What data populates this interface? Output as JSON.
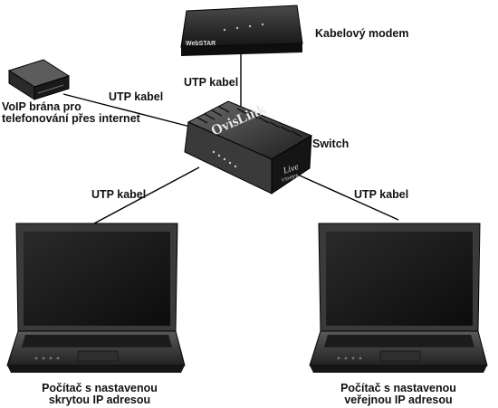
{
  "nodes": {
    "modem": {
      "label": "Kabelový modem",
      "brand": "WebSTAR"
    },
    "voip": {
      "label_line1": "VoIP brána pro",
      "label_line2": "telefonování přes internet"
    },
    "switch": {
      "label": "Switch",
      "brand": "OvisLink",
      "model": "Live",
      "model_code": "FSH5PA"
    },
    "laptop_left": {
      "label_line1": "Počítač s nastavenou",
      "label_line2": "skrytou IP adresou"
    },
    "laptop_right": {
      "label_line1": "Počítač s nastavenou",
      "label_line2": "veřejnou IP adresou"
    }
  },
  "edges": {
    "modem_switch": "UTP kabel",
    "voip_switch": "UTP kabel",
    "switch_left": "UTP kabel",
    "switch_right": "UTP kabel"
  },
  "colors": {
    "device_dark": "#2b2b2b",
    "device_mid": "#555555",
    "screen": "#1a1a1a",
    "line": "#000000"
  },
  "icons": [
    "cable-modem-icon",
    "voip-gateway-icon",
    "network-switch-icon",
    "laptop-icon"
  ]
}
